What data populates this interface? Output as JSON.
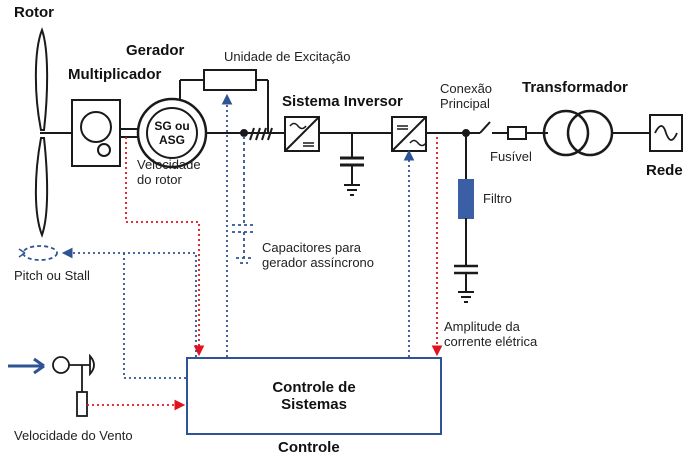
{
  "labels": {
    "rotor": "Rotor",
    "gerador": "Gerador",
    "multiplicador": "Multiplicador",
    "sg_line1": "SG ou",
    "sg_line2": "ASG",
    "unidade_excitacao": "Unidade de Excitação",
    "sistema_inversor": "Sistema Inversor",
    "conexao_line1": "Conexão",
    "conexao_line2": "Principal",
    "transformador": "Transformador",
    "fusivel": "Fusível",
    "rede": "Rede",
    "filtro": "Filtro",
    "velocidade_rotor_line1": "Velocidade",
    "velocidade_rotor_line2": "do rotor",
    "capacitores_line1": "Capacitores para",
    "capacitores_line2": "gerador assíncrono",
    "pitch_stall": "Pitch ou Stall",
    "amplitude_line1": "Amplitude da",
    "amplitude_line2": "corrente elétrica",
    "controle_sistemas_line1": "Controle de",
    "controle_sistemas_line2": "Sistemas",
    "controle": "Controle",
    "velocidade_vento": "Velocidade do Vento"
  },
  "colors": {
    "line": "#1a1a1a",
    "control_box_border": "#2f5496",
    "blue_dotted": "#2f5496",
    "red_dotted": "#e0141e",
    "filter_fill": "#3a5fa6",
    "wind_arrow": "#2f5496"
  }
}
